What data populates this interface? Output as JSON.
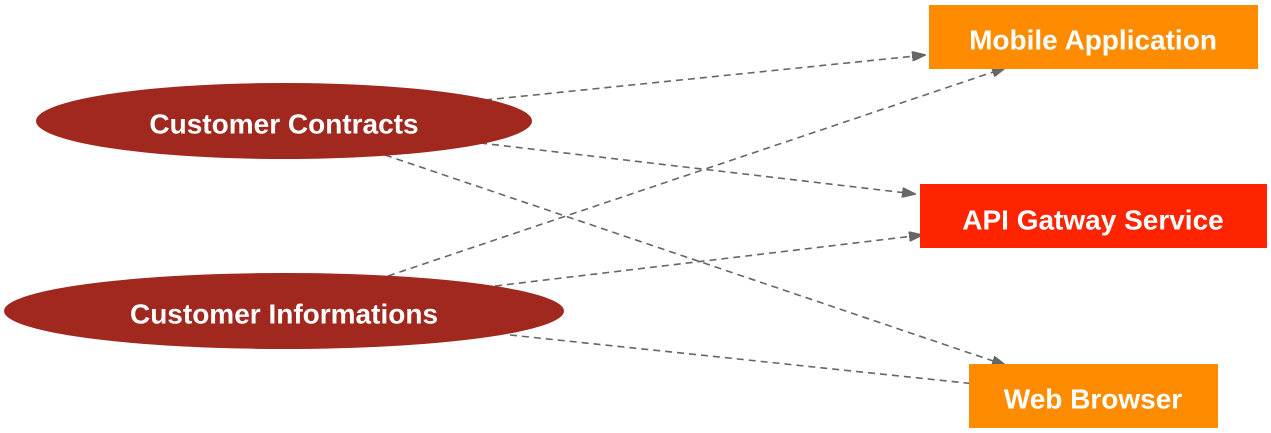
{
  "colors": {
    "source_node": "#a0281f",
    "app_node": "#ff8c00",
    "gateway_node": "#ff2400",
    "edge": "#666666",
    "label": "#ffffff"
  },
  "nodes": {
    "customer_contracts": {
      "label": "Customer Contracts",
      "shape": "ellipse"
    },
    "customer_informations": {
      "label": "Customer Informations",
      "shape": "ellipse"
    },
    "mobile_application": {
      "label": "Mobile Application",
      "shape": "box"
    },
    "api_gateway_service": {
      "label": "API Gatway Service",
      "shape": "box"
    },
    "web_browser": {
      "label": "Web Browser",
      "shape": "box"
    }
  },
  "edges": [
    {
      "from": "customer_contracts",
      "to": "mobile_application",
      "style": "dashed"
    },
    {
      "from": "customer_contracts",
      "to": "api_gateway_service",
      "style": "dashed"
    },
    {
      "from": "customer_contracts",
      "to": "web_browser",
      "style": "dashed"
    },
    {
      "from": "customer_informations",
      "to": "mobile_application",
      "style": "dashed"
    },
    {
      "from": "customer_informations",
      "to": "api_gateway_service",
      "style": "dashed"
    },
    {
      "from": "customer_informations",
      "to": "web_browser",
      "style": "dashed"
    }
  ]
}
